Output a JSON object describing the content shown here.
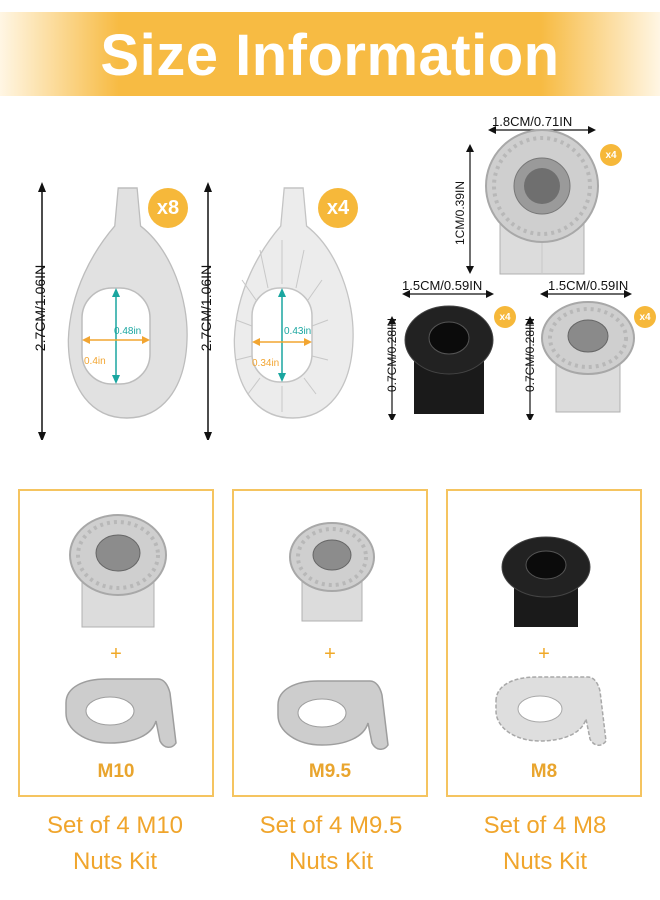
{
  "banner": {
    "title": "Size Information"
  },
  "washers": [
    {
      "qty": "x8",
      "height_label": "2.7CM/1.06IN",
      "inner_height": "0.48in",
      "inner_width": "0.4in"
    },
    {
      "qty": "x4",
      "height_label": "2.7CM/1.06IN",
      "inner_height": "0.43in",
      "inner_width": "0.34in"
    }
  ],
  "nuts": [
    {
      "qty": "x4",
      "width_label": "1.8CM/0.71IN",
      "height_label": "1CM/0.39IN",
      "color": "#c9c9c9"
    },
    {
      "qty": "x4",
      "width_label": "1.5CM/0.59IN",
      "height_label": "0.7CM/0.28IN",
      "color": "#111111"
    },
    {
      "qty": "x4",
      "width_label": "1.5CM/0.59IN",
      "height_label": "0.7CM/0.28IN",
      "color": "#c9c9c9"
    }
  ],
  "kits": [
    {
      "size": "M10",
      "plus": "+",
      "line1": "Set of 4 M10",
      "line2": "Nuts Kit"
    },
    {
      "size": "M9.5",
      "plus": "+",
      "line1": "Set of 4 M9.5",
      "line2": "Nuts Kit"
    },
    {
      "size": "M8",
      "plus": "+",
      "line1": "Set of 4 M8",
      "line2": "Nuts Kit"
    }
  ],
  "colors": {
    "accent": "#f6b83a",
    "banner_light": "#fde7b5",
    "dim_teal": "#1aa6a0",
    "dim_orange": "#f2a531"
  }
}
